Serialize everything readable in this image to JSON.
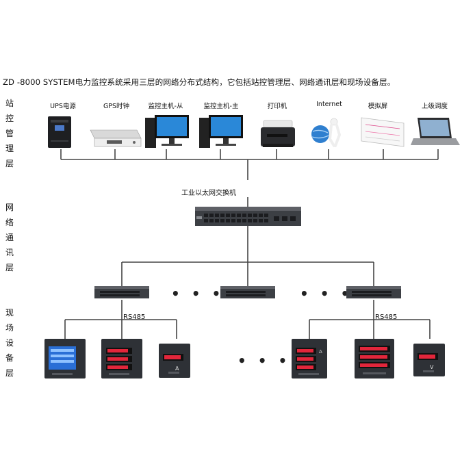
{
  "intro": "ZD -8000 SYSTEM电力监控系统采用三层的网络分布式结构，它包括站控管理层、网络通讯层和现场设备层。",
  "layers": {
    "station": "站控管理层",
    "network": "网络通讯层",
    "field": "现场设备层"
  },
  "devices": {
    "ups": "UPS电源",
    "gps": "GPS时钟",
    "host_slave": "监控主机-从",
    "host_master": "监控主机-主",
    "printer": "打印机",
    "internet": "Internet",
    "simulation_screen": "模拟屏",
    "upper_dispatch": "上级调度"
  },
  "switch_label": "工业以太网交换机",
  "rs485_left": "RS485",
  "rs485_right": "RS485",
  "ellipsis": "• • •",
  "meter_units": {
    "meter3": "A",
    "meter4": "A",
    "meter6": "V"
  },
  "colors": {
    "wire": "#444444",
    "meter_body": "#2e3136",
    "lcd_blue": "#2a6fd6",
    "led_red": "#e2263b"
  }
}
